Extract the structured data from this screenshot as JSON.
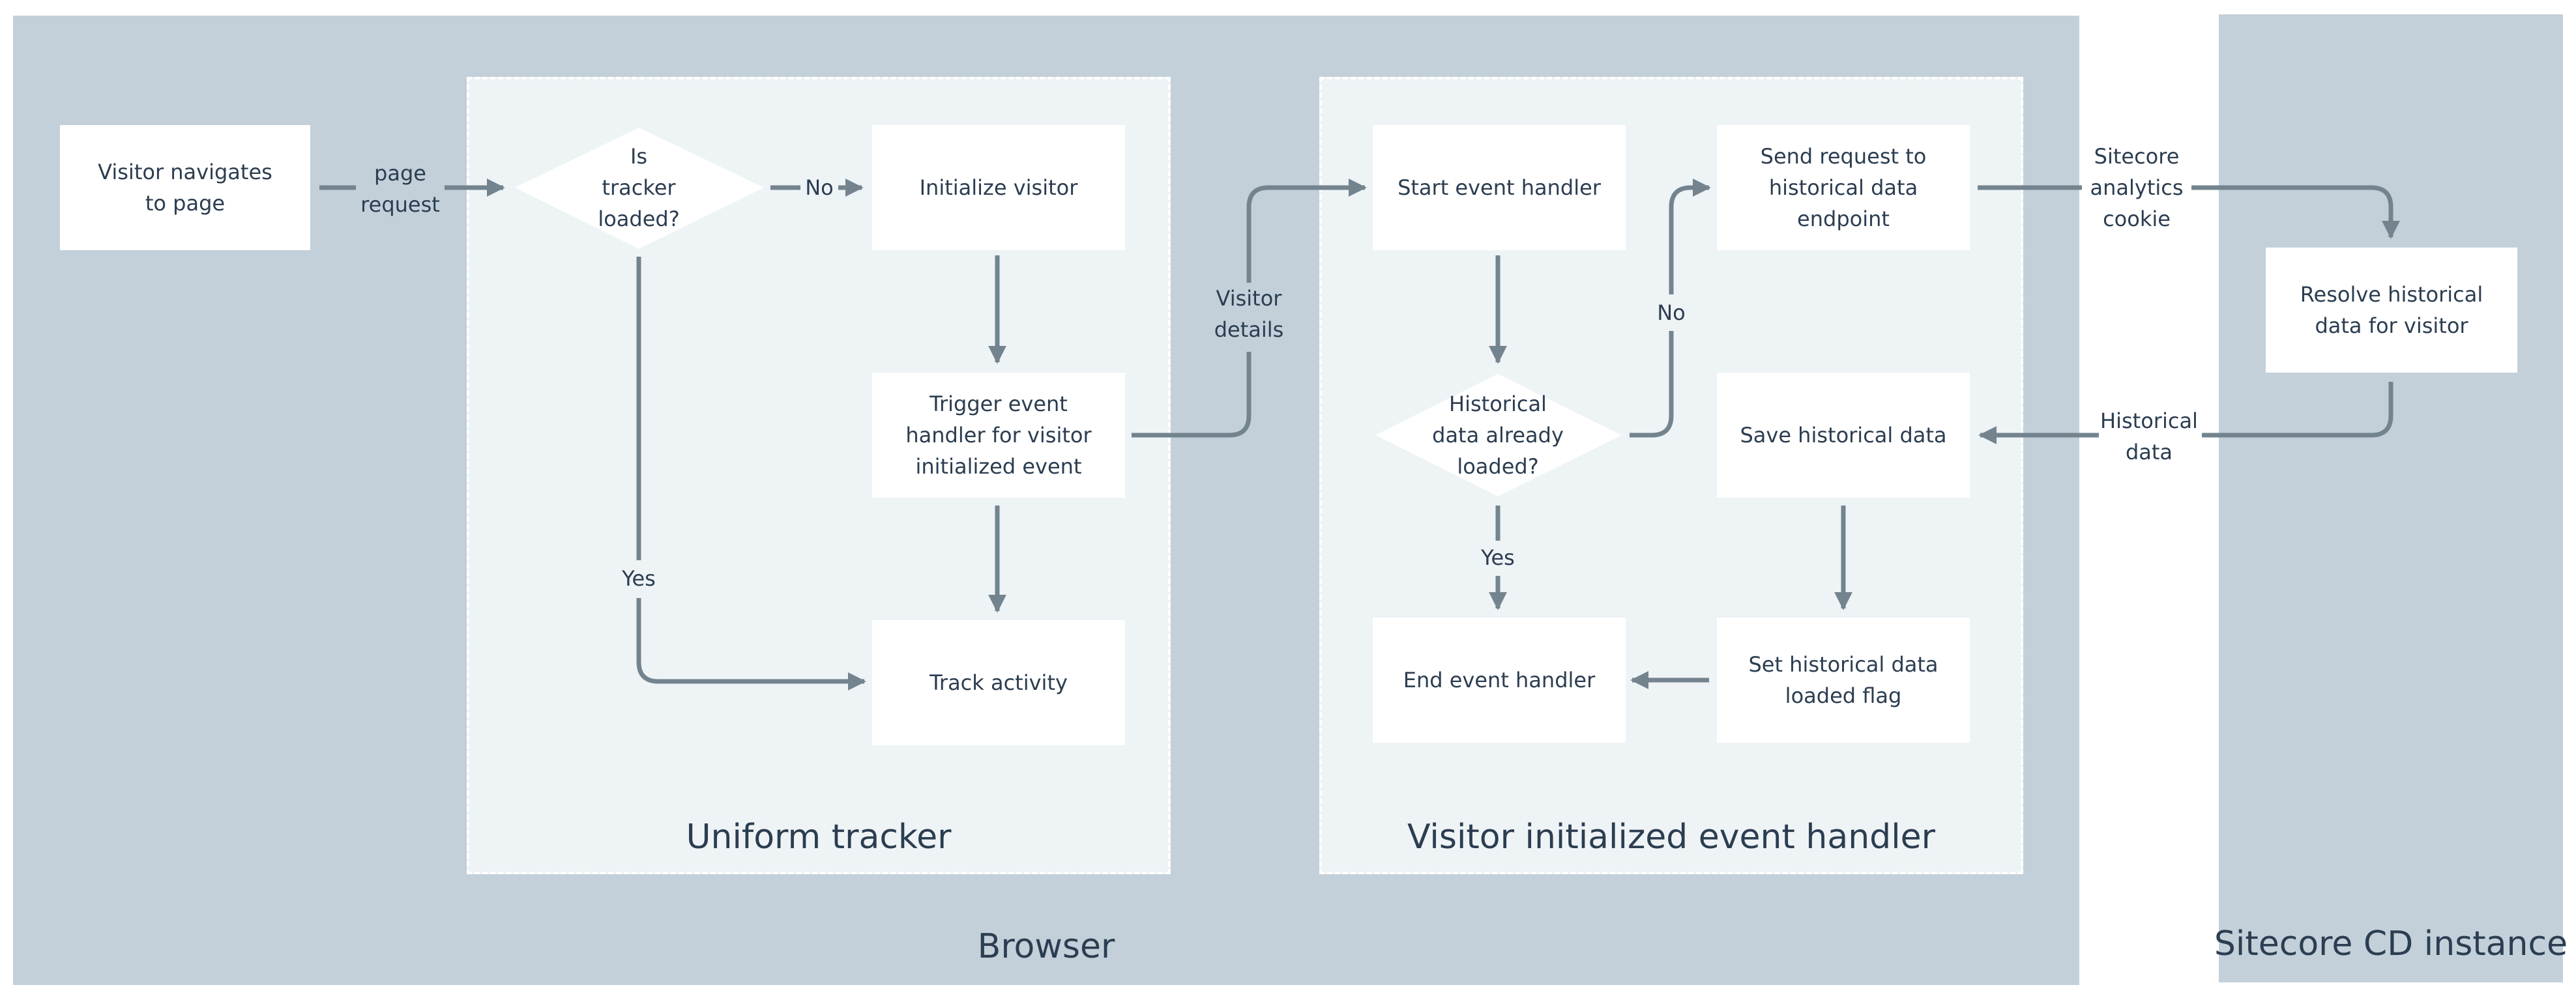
{
  "regions": {
    "browser": "Browser",
    "sitecore_cd": "Sitecore CD instance",
    "uniform_tracker": "Uniform tracker",
    "visitor_initialized_event_handler": "Visitor initialized event handler"
  },
  "nodes": {
    "visitor_navigates": "Visitor navigates\nto page",
    "is_tracker_loaded": "Is\ntracker\nloaded?",
    "initialize_visitor": "Initialize visitor",
    "trigger_event_handler": "Trigger event\nhandler for visitor\ninitialized event",
    "track_activity": "Track activity",
    "start_event_handler": "Start event handler",
    "historical_data_loaded": "Historical\ndata already\nloaded?",
    "end_event_handler": "End event handler",
    "send_request": "Send request to\nhistorical data\nendpoint",
    "save_historical_data": "Save historical data",
    "set_flag": "Set historical data\nloaded flag",
    "resolve_historical": "Resolve historical\ndata for visitor"
  },
  "edge_labels": {
    "page_request": "page\nrequest",
    "no_1": "No",
    "yes_1": "Yes",
    "visitor_details": "Visitor\ndetails",
    "no_2": "No",
    "yes_2": "Yes",
    "sitecore_cookie": "Sitecore\nanalytics\ncookie",
    "historical_data": "Historical\ndata"
  },
  "colors": {
    "region": "#c3d0da",
    "subregion": "#eef3f6",
    "node": "#ffffff",
    "connector": "#73848f",
    "text": "#2b3d50"
  }
}
